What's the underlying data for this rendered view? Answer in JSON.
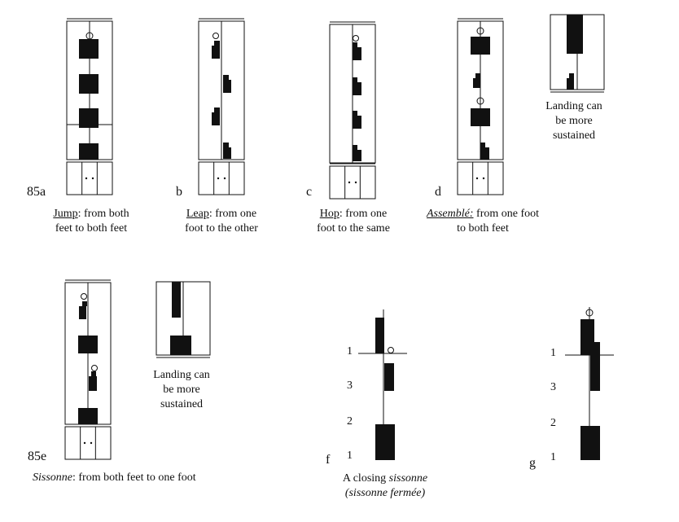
{
  "panels": {
    "a": {
      "tag": "85a",
      "cap_term": "Jump",
      "cap_rest1": ": from both",
      "cap_line2": "feet to both feet"
    },
    "b": {
      "tag": "b",
      "cap_term": "Leap",
      "cap_rest1": ": from one",
      "cap_line2": "foot to the other"
    },
    "c": {
      "tag": "c",
      "cap_term": "Hop",
      "cap_rest1": ": from one",
      "cap_line2": "foot to the same"
    },
    "d": {
      "tag": "d",
      "cap_term": "Assemblé:",
      "cap_rest1": " from one foot",
      "cap_line2": "to both feet"
    },
    "d_note": {
      "line1": "Landing can",
      "line2": "be more",
      "line3": "sustained"
    },
    "e": {
      "tag": "85e",
      "cap_term": "Sissonne",
      "cap_rest1": ": from both feet to one foot"
    },
    "e_note": {
      "line1": "Landing can",
      "line2": "be more",
      "line3": "sustained"
    },
    "f": {
      "tag": "f",
      "cap_line1": "A closing ",
      "cap_term": "sissonne",
      "cap_line2": "(sissonne fermée)",
      "count_1a": "1",
      "count_3": "3",
      "count_2": "2",
      "count_1b": "1"
    },
    "g": {
      "tag": "g",
      "count_1a": "1",
      "count_3": "3",
      "count_2": "2",
      "count_1b": "1"
    }
  }
}
